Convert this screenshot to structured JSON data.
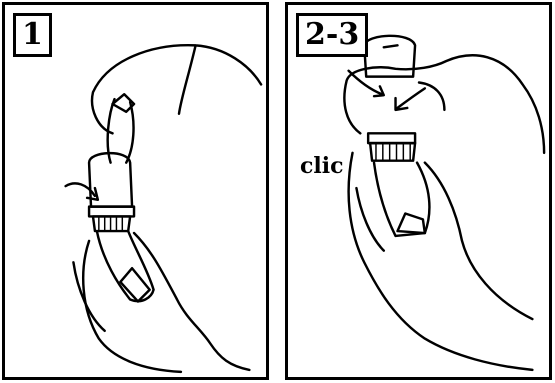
{
  "panels": [
    {
      "step": "1"
    },
    {
      "step": "2-3",
      "annotation": "clic"
    }
  ],
  "colors": {
    "ink": "#000000",
    "paper": "#ffffff"
  }
}
